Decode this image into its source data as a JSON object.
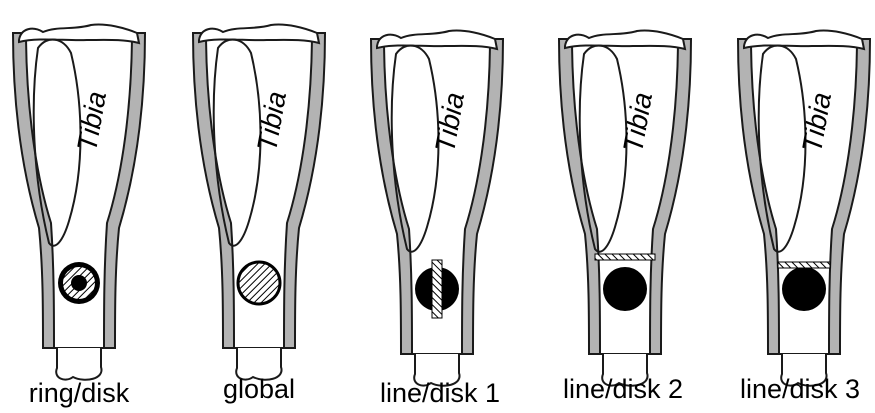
{
  "bone_label": "Tibia",
  "colors": {
    "cortex": "#b3b3b3",
    "outline": "#1a1a1a",
    "marker": "#000000",
    "background": "#ffffff"
  },
  "panels": [
    {
      "label": "ring/disk",
      "marker": "ring-disk"
    },
    {
      "label": "global",
      "marker": "global"
    },
    {
      "label": "line/disk 1",
      "marker": "line-disk-vertical"
    },
    {
      "label": "line/disk 2",
      "marker": "line-disk-upper"
    },
    {
      "label": "line/disk 3",
      "marker": "line-disk-tangent"
    }
  ]
}
